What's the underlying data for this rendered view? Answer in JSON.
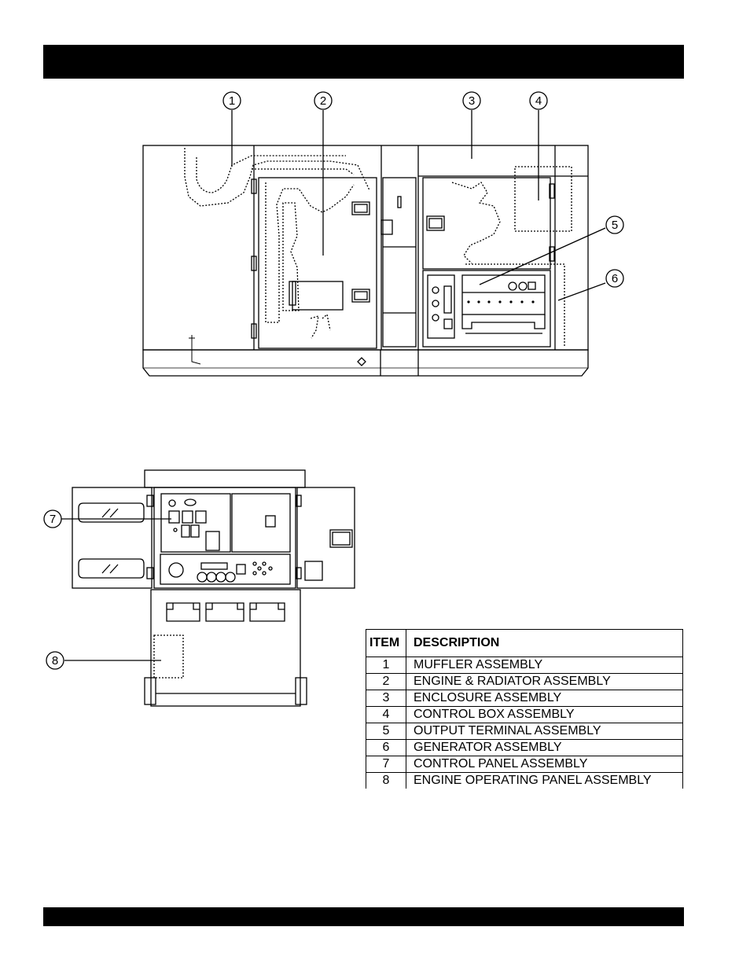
{
  "callouts": {
    "c1": "1",
    "c2": "2",
    "c3": "3",
    "c4": "4",
    "c5": "5",
    "c6": "6",
    "c7": "7",
    "c8": "8"
  },
  "table": {
    "header_item": "ITEM",
    "header_description": "DESCRIPTION",
    "rows": [
      {
        "item": "1",
        "description": "MUFFLER ASSEMBLY"
      },
      {
        "item": "2",
        "description": "ENGINE & RADIATOR ASSEMBLY"
      },
      {
        "item": "3",
        "description": "ENCLOSURE ASSEMBLY"
      },
      {
        "item": "4",
        "description": "CONTROL BOX ASSEMBLY"
      },
      {
        "item": "5",
        "description": "OUTPUT TERMINAL ASSEMBLY"
      },
      {
        "item": "6",
        "description": "GENERATOR ASSEMBLY"
      },
      {
        "item": "7",
        "description": "CONTROL PANEL ASSEMBLY"
      },
      {
        "item": "8",
        "description": "ENGINE OPERATING PANEL ASSEMBLY"
      }
    ]
  }
}
